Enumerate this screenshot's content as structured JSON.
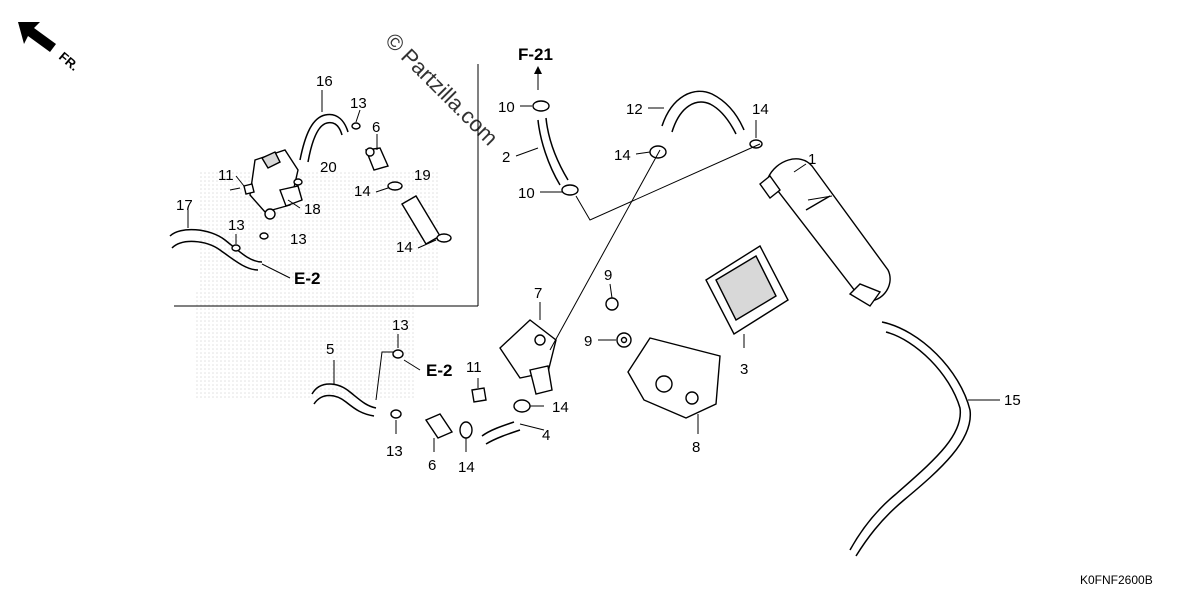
{
  "orientation": {
    "label": "FR.",
    "icon": "front-direction-arrow-icon"
  },
  "watermark": {
    "text": "© Partzilla.com"
  },
  "diagram_code": "K0FNF2600B",
  "references": {
    "f21": "F-21",
    "e2_upper": "E-2",
    "e2_lower": "E-2"
  },
  "callouts": {
    "c1": "1",
    "c2": "2",
    "c3": "3",
    "c4": "4",
    "c5": "5",
    "c6_upper": "6",
    "c6_lower": "6",
    "c7": "7",
    "c8": "8",
    "c9_a": "9",
    "c9_b": "9",
    "c10_a": "10",
    "c10_b": "10",
    "c11_upper": "11",
    "c11_lower": "11",
    "c12": "12",
    "c13_a": "13",
    "c13_b": "13",
    "c13_c": "13",
    "c13_d": "13",
    "c13_e": "13",
    "c14_a": "14",
    "c14_b": "14",
    "c14_c": "14",
    "c14_d": "14",
    "c14_e": "14",
    "c14_f": "14",
    "c15": "15",
    "c16": "16",
    "c17": "17",
    "c18": "18",
    "c19": "19",
    "c20": "20"
  }
}
